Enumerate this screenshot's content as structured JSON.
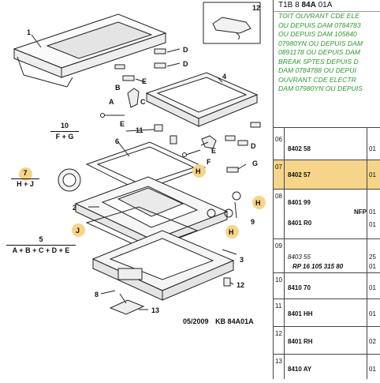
{
  "diagram": {
    "callouts": [
      "1",
      "2",
      "3",
      "4",
      "5",
      "6",
      "7",
      "8",
      "9",
      "10",
      "11",
      "12",
      "13",
      "A",
      "B",
      "C",
      "D",
      "D",
      "D",
      "E",
      "E",
      "E",
      "F",
      "G",
      "H",
      "H",
      "H",
      "J",
      "12"
    ],
    "fractions": [
      {
        "num": "10",
        "den": "F + G"
      },
      {
        "num": "7",
        "den": "H + J"
      },
      {
        "num": "5",
        "den": "A + B + C + D + E"
      }
    ],
    "highlight_color": "#f6d58a",
    "footer": {
      "date": "05/2009",
      "ref": "KB 84A01A"
    }
  },
  "panel": {
    "header": {
      "prefix": "T1B 8",
      "bold": "84A",
      "suffix": "01A"
    },
    "description_lines": [
      "TOIT OUVRANT CDE ELE",
      "OU DEPUIS DAM 0784783",
      "OU DEPUIS DAM 105840",
      "07980YN OU DEPUIS DAM",
      "0891178 OU DEPUIS DAM",
      "BREAK 5PTES DEPUIS D",
      "DAM 0784788 OU DEPUI",
      "OUVRANT CDE ELECTR",
      "DAM 07980YN OU DEPUIS"
    ],
    "description_color": "#2d9a2d",
    "rows": [
      {
        "num": "06",
        "ref": "8402 58",
        "qty": [
          "01"
        ]
      },
      {
        "num": "07",
        "ref": "8402 57",
        "qty": [
          "01"
        ],
        "highlight": true
      },
      {
        "num": "08",
        "ref": "8401 99",
        "ref2": "8401 R0",
        "note": "NFP",
        "qty": [
          "01",
          "01"
        ]
      },
      {
        "num": "09",
        "ref": "8403 55",
        "note": "RP 16 105 315 80",
        "qty": [
          "25",
          "01"
        ]
      },
      {
        "num": "10",
        "ref": "8410 70",
        "qty": [
          "01"
        ]
      },
      {
        "num": "11",
        "ref": "8401 HH",
        "qty": [
          "01"
        ]
      },
      {
        "num": "12",
        "ref": "8401 RH",
        "qty": [
          "02"
        ]
      },
      {
        "num": "13",
        "ref": "8410 AY",
        "qty": [
          "01"
        ]
      }
    ]
  }
}
